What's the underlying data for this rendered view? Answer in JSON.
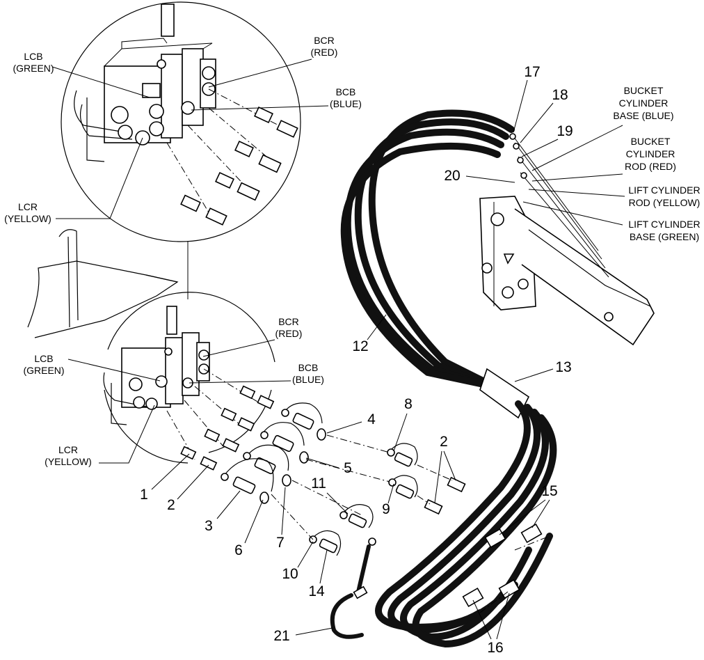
{
  "diagram": {
    "callouts_upper_detail": [
      {
        "id": "lcb",
        "lines": [
          "LCB",
          "(GREEN)"
        ]
      },
      {
        "id": "bcr",
        "lines": [
          "BCR",
          "(RED)"
        ]
      },
      {
        "id": "bcb",
        "lines": [
          "BCB",
          "(BLUE)"
        ]
      },
      {
        "id": "lcr",
        "lines": [
          "LCR",
          "(YELLOW)"
        ]
      }
    ],
    "callouts_lower_detail": [
      {
        "id": "lcb",
        "lines": [
          "LCB",
          "(GREEN)"
        ]
      },
      {
        "id": "bcr",
        "lines": [
          "BCR",
          "(RED)"
        ]
      },
      {
        "id": "bcb",
        "lines": [
          "BCB",
          "(BLUE)"
        ]
      },
      {
        "id": "lcr",
        "lines": [
          "LCR",
          "(YELLOW)"
        ]
      }
    ],
    "callouts_loader": [
      {
        "id": "bucket-cylinder-base",
        "lines": [
          "BUCKET",
          "CYLINDER",
          "BASE (BLUE)"
        ]
      },
      {
        "id": "bucket-cylinder-rod",
        "lines": [
          "BUCKET",
          "CYLINDER",
          "ROD (RED)"
        ]
      },
      {
        "id": "lift-cylinder-rod",
        "lines": [
          "LIFT CYLINDER",
          "ROD (YELLOW)"
        ]
      },
      {
        "id": "lift-cylinder-base",
        "lines": [
          "LIFT CYLINDER",
          "BASE (GREEN)"
        ]
      }
    ],
    "part_numbers": [
      "17",
      "18",
      "19",
      "20",
      "12",
      "13",
      "4",
      "8",
      "2",
      "5",
      "11",
      "9",
      "1",
      "2",
      "3",
      "6",
      "7",
      "15",
      "10",
      "14",
      "21",
      "16"
    ]
  }
}
